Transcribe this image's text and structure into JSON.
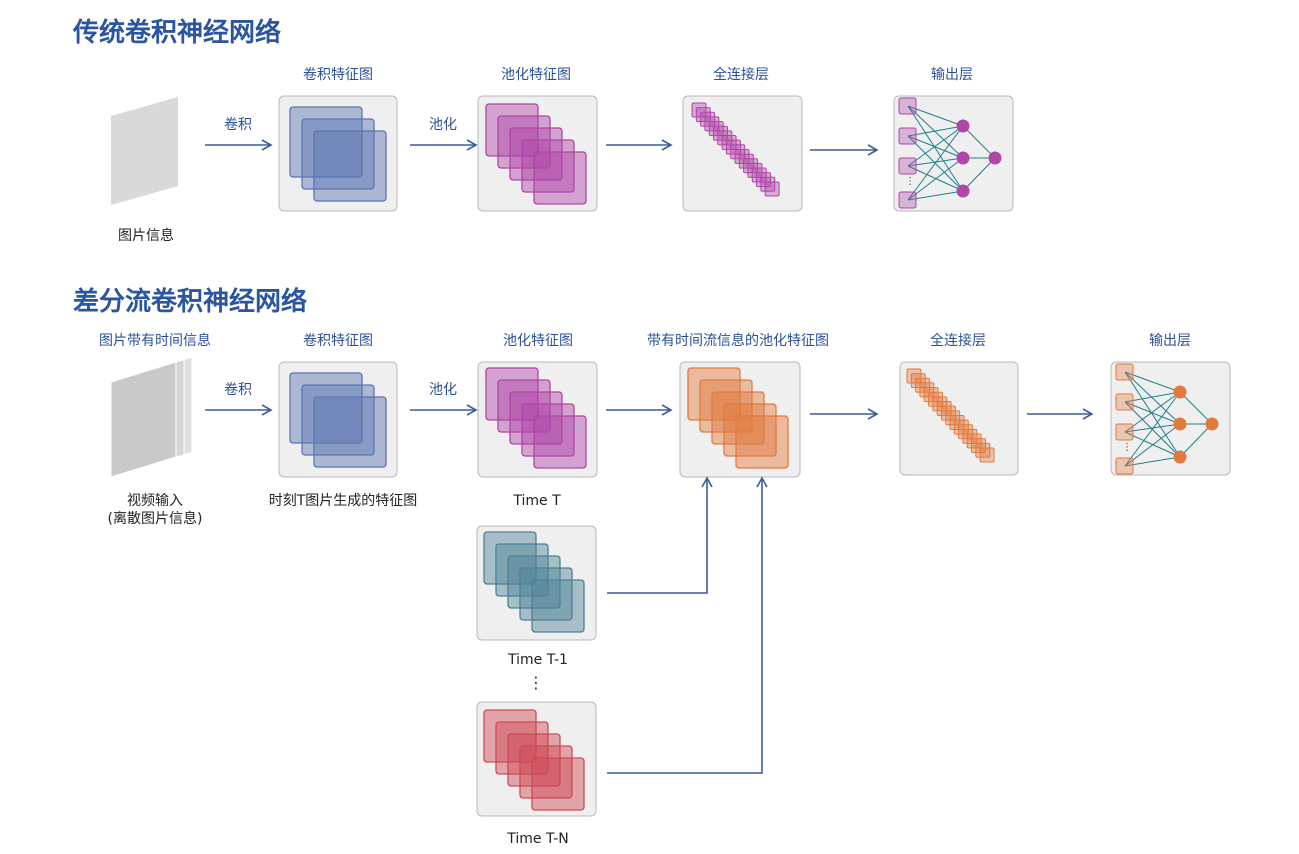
{
  "sections": {
    "traditional": {
      "title": "传统卷积神经网络",
      "input_label": "图片信息",
      "conv_arrow": "卷积",
      "pool_arrow": "池化",
      "conv_map": "卷积特征图",
      "pool_map": "池化特征图",
      "fc": "全连接层",
      "output": "输出层"
    },
    "differential": {
      "title": "差分流卷积神经网络",
      "input_top": "图片带有时间信息",
      "input_bottom_1": "视频输入",
      "input_bottom_2": "(离散图片信息)",
      "conv_arrow": "卷积",
      "pool_arrow": "池化",
      "conv_map": "卷积特征图",
      "conv_caption": "时刻T图片生成的特征图",
      "pool_map": "池化特征图",
      "time_t": "Time T",
      "time_t1": "Time T-1",
      "ellipsis": "⋮",
      "time_tn": "Time T-N",
      "temporal_pool": "带有时间流信息的池化特征图",
      "fc": "全连接层",
      "output": "输出层"
    }
  },
  "colors": {
    "title": "#2b55a0",
    "label_blue": "#2a5197",
    "arrow": "#3b5d9c",
    "conv": "#5a76b2",
    "pool": "#b046a8",
    "temporal": "#e27a3e",
    "time_t1": "#4d8296",
    "time_tn": "#cf4a55",
    "net_line": "#1e7f8a"
  }
}
